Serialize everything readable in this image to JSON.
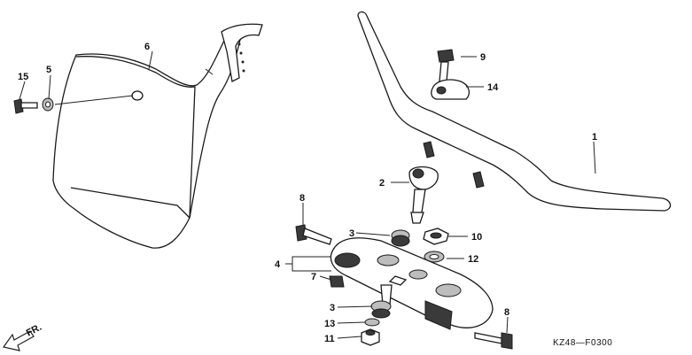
{
  "labels": {
    "c1": "1",
    "c2": "2",
    "c3a": "3",
    "c3b": "3",
    "c4": "4",
    "c5": "5",
    "c6": "6",
    "c7": "7",
    "c8a": "8",
    "c8b": "8",
    "c9": "9",
    "c10": "10",
    "c11": "11",
    "c12": "12",
    "c13": "13",
    "c14": "14",
    "c15": "15"
  },
  "diagram_code": "KZ48—F0300",
  "direction_label": "FR."
}
